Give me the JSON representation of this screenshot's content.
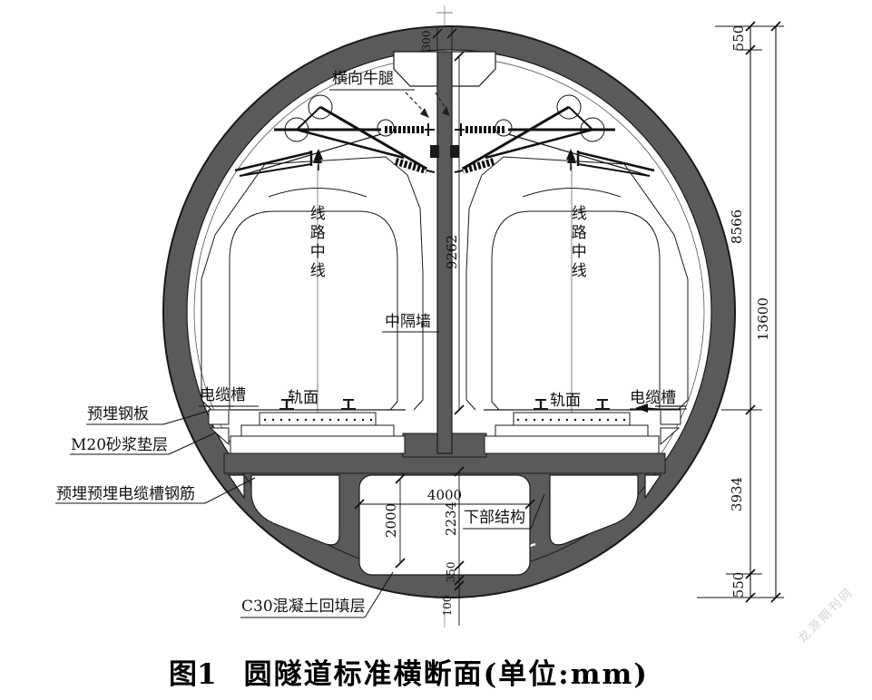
{
  "labels": {
    "corbel": "横向牛腿",
    "track_centerline": "线路中线",
    "mid_wall": "中隔墙",
    "cable_trough": "电缆槽",
    "rail_surface": "轨面",
    "embedded_steel_plate": "预埋钢板",
    "mortar_cushion": "M20砂浆垫层",
    "cable_trough_rebar": "预埋预埋电缆槽钢筋",
    "lower_structure": "下部结构",
    "concrete_backfill": "C30混凝土回填层"
  },
  "dimensions": {
    "wall_thickness": "300",
    "wall_height": "9262",
    "upper_inner_height": "8566",
    "outer_diameter": "13600",
    "segment_top": "550",
    "segment_bottom": "550",
    "lower_height": "3934",
    "opening_width": "4000",
    "opening_height": "2000",
    "lower_depth": "2234",
    "backfill_thickness": "350",
    "leveling_thickness": "100"
  },
  "caption": {
    "prefix": "图1",
    "text": "圆隧道标准横断面(单位:mm)"
  },
  "watermark": "龙源期刊网",
  "colors": {
    "line": "#1a1a1a",
    "concrete_fill": "#5a5a5a",
    "background": "#ffffff",
    "watermark": "#d4d4d4"
  }
}
